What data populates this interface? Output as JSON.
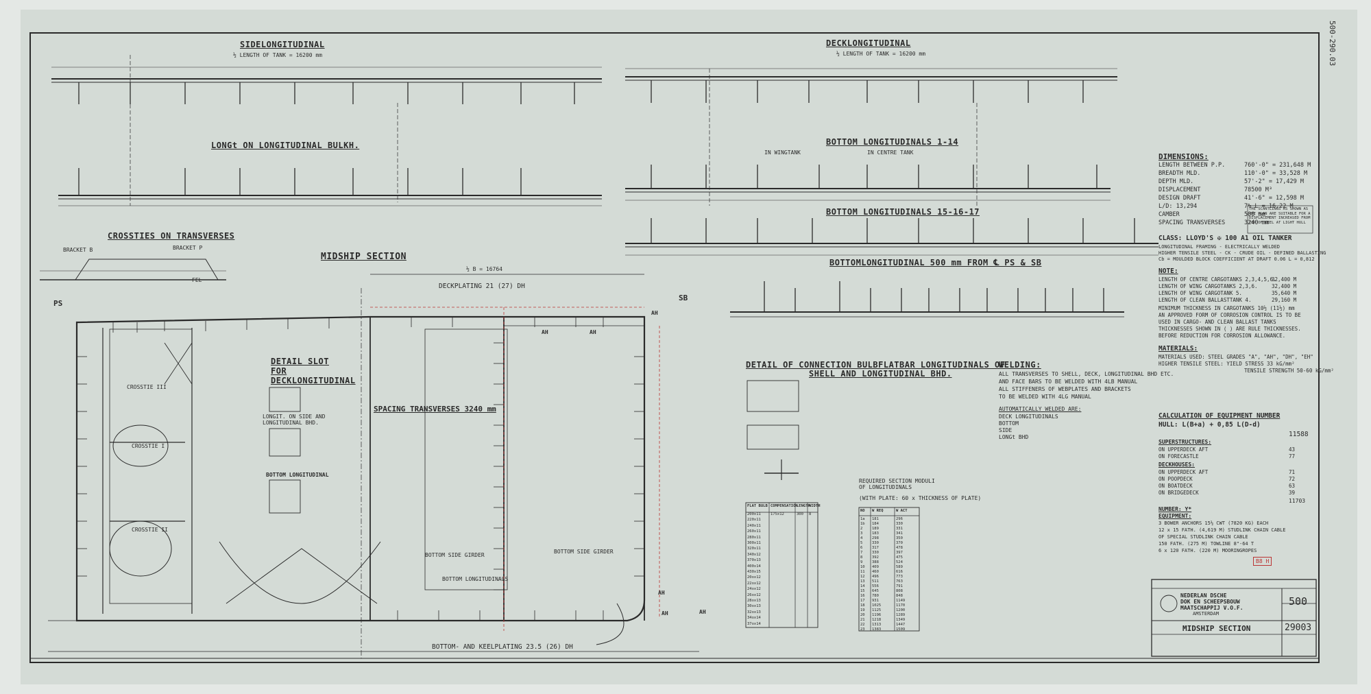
{
  "sheet_mark": "500-290.03",
  "colors": {
    "paper": "#d4dbd6",
    "ink": "#2a2a2a",
    "red_ink": "#b33333"
  },
  "sections": {
    "side_longitudinal": "SIDELONGITUDINAL",
    "side_length_note": "½ LENGTH OF TANK = 16200 mm",
    "longt_bulkh": "LONGt ON LONGITUDINAL BULKH.",
    "deck_longitudinal": "DECKLONGITUDINAL",
    "deck_length_note": "½ LENGTH OF TANK = 16200 mm",
    "bottom_1_14": "BOTTOM LONGITUDINALS 1-14",
    "bottom_15_17": "BOTTOM LONGITUDINALS 15-16-17",
    "bottom_500": "BOTTOMLONGITUDINAL 500 mm FROM ℄ PS & SB",
    "crossties": "CROSSTIES ON TRANSVERSES",
    "midship": "MIDSHIP SECTION",
    "detail_connection_1": "DETAIL OF CONNECTION BULBFLATBAR LONGITUDINALS OF",
    "detail_connection_2": "SHELL AND LONGITUDINAL BHD.",
    "detail_slot": "DETAIL SLOT FOR DECKLONGITUDINAL",
    "longit_side": "LONGIT. ON SIDE AND LONGITUDINAL BHD.",
    "bottom_longit": "BOTTOM LONGITUDINAL",
    "spacing_transverses": "SPACING TRANSVERSES 3240 mm",
    "deckplating": "DECKPLATING 21 (27) DH",
    "bottom_keelplating": "BOTTOM- AND KEELPLATING 23.5 (26) DH",
    "half_b": "½ B = 16764",
    "ps": "PS",
    "sb": "SB",
    "in_wingtank": "IN WINGTANK",
    "in_centre_tank": "IN CENTRE TANK"
  },
  "dimensions": {
    "title": "DIMENSIONS:",
    "rows": [
      {
        "label": "LENGTH BETWEEN P.P.",
        "value": "760'-0\" = 231,648 M"
      },
      {
        "label": "BREADTH MLD.",
        "value": "110'-0\" = 33,528 M"
      },
      {
        "label": "DEPTH MLD.",
        "value": "57'-2\" = 17,429 M"
      },
      {
        "label": "DISPLACEMENT",
        "value": "78500 M³"
      },
      {
        "label": "DESIGN DRAFT",
        "value": "41'-6\" = 12,598 M"
      },
      {
        "label": "L/D: 13,294",
        "value": "7% L = 16,22 M"
      },
      {
        "label": "CAMBER",
        "value": "500 mm"
      },
      {
        "label": "SPACING TRANSVERSES",
        "value": "3240 mm"
      }
    ],
    "note_box": "THE SCANTLINGS AS SHOWN AS THE PLAN ARE SUITABLE FOR A DISPLACEMENT INCREASED FROM TOP OF KEEL AT LIGHT HULL"
  },
  "class": {
    "title": "CLASS: LLOYD'S ✠ 100 A1 OIL TANKER",
    "lines": [
      "LONGITUDINAL FRAMING - ELECTRICALLY WELDED",
      "HIGHER TENSILE STEEL - CK - CRUDE OIL - DEFINED BALLASTING",
      "Cb = MOULDED BLOCK COEFFICIENT AT DRAFT 0.06 L = 0,812"
    ]
  },
  "note": {
    "title": "NOTE:",
    "rows": [
      {
        "label": "LENGTH OF CENTRE CARGOTANKS 2,3,4,5,6.",
        "value": "32,400 M"
      },
      {
        "label": "LENGTH OF WING CARGOTANKS 2,3,6.",
        "value": "32,400 M"
      },
      {
        "label": "LENGTH OF WING CARGOTANK 5.",
        "value": "35,640 M"
      },
      {
        "label": "LENGTH OF CLEAN BALLASTTANK 4.",
        "value": "29,160 M"
      }
    ],
    "lines": [
      "MINIMUM THICKNESS IN CARGOTANKS 10½ (11½) mm",
      "AN APPROVED FORM OF CORROSION CONTROL IS TO BE",
      "USED IN CARGO- AND CLEAN BALLAST TANKS",
      "THICKNESSES SHOWN IN ( ) ARE RULE THICKNESSES.",
      "BEFORE REDUCTION FOR CORROSION ALLOWANCE."
    ]
  },
  "materials": {
    "title": "MATERIALS:",
    "lines": [
      "MATERIALS USED: STEEL GRADES \"A\", \"AH\", \"DH\", \"EH\"",
      "HIGHER TENSILE STEEL: YIELD STRESS 33 kG/mm²",
      "TENSILE STRENGTH 50-60 kG/mm²"
    ]
  },
  "welding": {
    "title": "WELDING:",
    "lines": [
      "ALL TRANSVERSES TO SHELL, DECK, LONGITUDINAL BHD ETC.",
      "AND FACE BARS TO BE WELDED WITH 4LB MANUAL",
      "ALL STIFFENERS OF WEBPLATES AND BRACKETS",
      "TO BE WELDED WITH 4LG MANUAL"
    ],
    "auto_title": "AUTOMATICALLY WELDED ARE:",
    "auto_lines": [
      "DECK LONGITUDINALS",
      "BOTTOM",
      "SIDE",
      "LONGt BHD"
    ]
  },
  "equipment": {
    "title": "CALCULATION OF EQUIPMENT NUMBER",
    "hull": "HULL: L(B+a) + 0,85 L(D-d)",
    "hull_value": "11588",
    "superstructures": "SUPERSTRUCTURES:",
    "super_rows": [
      {
        "label": "ON UPPERDECK AFT",
        "value": "43"
      },
      {
        "label": "ON FORECASTLE",
        "value": "77"
      }
    ],
    "deckhouses": "DECKHOUSES:",
    "deck_rows": [
      {
        "label": "ON UPPERDECK AFT",
        "value": "71"
      },
      {
        "label": "ON POOPDECK",
        "value": "72"
      },
      {
        "label": "ON BOATDECK",
        "value": "63"
      },
      {
        "label": "ON BRIDGEDECK",
        "value": "39"
      }
    ],
    "total": "11703",
    "number": "NUMBER: Y*",
    "equipment_label": "EQUIPMENT:",
    "equip_lines": [
      "3 BOWER ANCHORS 15½ CWT (7820 KG) EACH",
      "12 x 15 FATH. (4,619 M) STUDLINK CHAIN CABLE",
      "OF SPECIAL STUDLINK CHAIN CABLE",
      "150 FATH. (275 M) TOWLINE 8\"-64 T",
      "6 x 120 FATH. (220 M) MOORINGROPES"
    ]
  },
  "title_block": {
    "company_1": "NEDERLAN DSCHE",
    "company_2": "DOK EN SCHEEPSBOUW",
    "company_3": "MAATSCHAPPIJ V.O.F.",
    "company_4": "AMSTERDAM",
    "drawing_title": "MIDSHIP SECTION",
    "yard_no": "500",
    "drawing_no": "29003",
    "stamp": "B8 H"
  },
  "section_modulus": {
    "title": "REQUIRED SECTION MODULI OF LONGITUDINALS",
    "subtitle": "(WITH PLATE: 60 x THICKNESS OF PLATE)",
    "headers": [
      "NO",
      "W REQ",
      "W ACT"
    ],
    "rows": [
      [
        "1a",
        "181",
        "296"
      ],
      [
        "1b",
        "184",
        "330"
      ],
      [
        "2",
        "189",
        "331"
      ],
      [
        "3",
        "183",
        "341"
      ],
      [
        "4",
        "298",
        "350"
      ],
      [
        "5",
        "330",
        "370"
      ],
      [
        "6",
        "317",
        "478"
      ],
      [
        "7",
        "330",
        "397"
      ],
      [
        "8",
        "392",
        "475"
      ],
      [
        "9",
        "388",
        "524"
      ],
      [
        "10",
        "409",
        "589"
      ],
      [
        "11",
        "460",
        "616"
      ],
      [
        "12",
        "496",
        "773"
      ],
      [
        "13",
        "511",
        "763"
      ],
      [
        "14",
        "556",
        "791"
      ],
      [
        "15",
        "645",
        "808"
      ],
      [
        "16",
        "780",
        "848"
      ],
      [
        "17",
        "931",
        "1149"
      ],
      [
        "18",
        "1025",
        "1170"
      ],
      [
        "19",
        "1125",
        "1200"
      ],
      [
        "20",
        "1196",
        "1289"
      ],
      [
        "21",
        "1218",
        "1349"
      ],
      [
        "22",
        "1313",
        "1447"
      ],
      [
        "23",
        "1383",
        "1509"
      ]
    ]
  },
  "compensation": {
    "headers": [
      "FLAT BULB",
      "COMPENSATION",
      "LENGTH",
      "WIDTH"
    ],
    "rows": [
      [
        "200x11",
        "175x12",
        "300",
        "8"
      ],
      [
        "220x11",
        "",
        "",
        ""
      ],
      [
        "240x11",
        "",
        "",
        ""
      ],
      [
        "260x11",
        "",
        "",
        ""
      ],
      [
        "280x11",
        "",
        "",
        ""
      ],
      [
        "300x11",
        "",
        "",
        ""
      ],
      [
        "320x11",
        "",
        "",
        ""
      ],
      [
        "340x12",
        "",
        "",
        ""
      ],
      [
        "370x13",
        "",
        "",
        ""
      ],
      [
        "400x14",
        "",
        "",
        ""
      ],
      [
        "430x15",
        "",
        "",
        ""
      ],
      [
        "20ox12",
        "",
        "",
        ""
      ],
      [
        "22ox12",
        "",
        "",
        ""
      ],
      [
        "24ox12",
        "",
        "",
        ""
      ],
      [
        "26ox12",
        "",
        "",
        ""
      ],
      [
        "28ox13",
        "",
        "",
        ""
      ],
      [
        "30ox13",
        "",
        "",
        ""
      ],
      [
        "32ox13",
        "",
        "",
        ""
      ],
      [
        "34ox14",
        "",
        "",
        ""
      ],
      [
        "37ox14",
        "",
        "",
        ""
      ]
    ]
  },
  "crossties_labels": {
    "bracket_1": "BRACKET B",
    "bracket_2": "BRACKET P",
    "fel": "FEL"
  },
  "midship_labels": {
    "crossties": [
      "CROSSTIE I",
      "CROSSTIE II",
      "CROSSTIE III"
    ],
    "bottom_side_girder_1": "BOTTOM SIDE GIRDER",
    "bottom_side_girder_2": "BOTTOM SIDE GIRDER",
    "centre_girder": "BOTTOM LONGITUDINALS",
    "longit_labels": [
      "AH",
      "AH",
      "AH",
      "AH",
      "AH",
      "AH"
    ]
  }
}
